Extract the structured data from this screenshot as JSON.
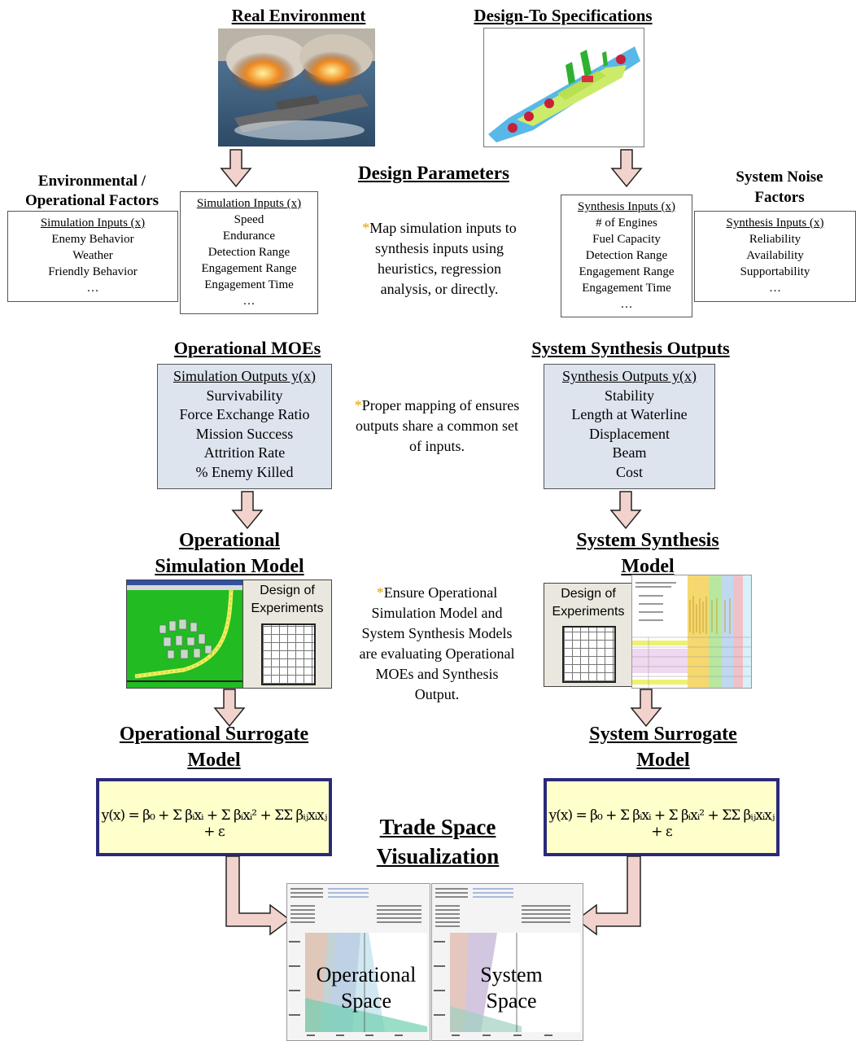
{
  "header": {
    "real_environment": "Real Environment",
    "design_to_specs": "Design-To Specifications"
  },
  "design_parameters": "Design Parameters",
  "env_factors": {
    "title_line1": "Environmental /",
    "title_line2": "Operational Factors",
    "heading": "Simulation Inputs (x)",
    "items": [
      "Enemy Behavior",
      "Weather",
      "Friendly Behavior",
      "…"
    ]
  },
  "sim_inputs": {
    "heading": "Simulation Inputs (x)",
    "items": [
      "Speed",
      "Endurance",
      "Detection Range",
      "Engagement Range",
      "Engagement Time",
      "…"
    ]
  },
  "synth_inputs": {
    "heading": "Synthesis Inputs (x)",
    "items": [
      "# of Engines",
      "Fuel Capacity",
      "Detection Range",
      "Engagement Range",
      "Engagement Time",
      "…"
    ]
  },
  "noise_factors": {
    "title_line1": "System Noise",
    "title_line2": "Factors",
    "heading": "Synthesis Inputs (x)",
    "items": [
      "Reliability",
      "Availability",
      "Supportability",
      "…"
    ]
  },
  "note1": {
    "star": "*",
    "lines": [
      "Map simulation inputs to",
      "synthesis inputs using",
      "heuristics, regression",
      "analysis, or directly."
    ]
  },
  "operational_moes": {
    "title": "Operational MOEs",
    "heading": "Simulation Outputs y(x)",
    "items": [
      "Survivability",
      "Force Exchange Ratio",
      "Mission Success",
      "Attrition Rate",
      "% Enemy Killed"
    ]
  },
  "synthesis_outputs": {
    "title": "System Synthesis Outputs",
    "heading": "Synthesis Outputs y(x)",
    "items": [
      "Stability",
      "Length at Waterline",
      "Displacement",
      "Beam",
      "Cost"
    ]
  },
  "note2": {
    "star": "*",
    "lines": [
      "Proper mapping of ensures",
      "outputs share a common set",
      "of inputs."
    ]
  },
  "op_sim_model": {
    "line1": "Operational",
    "line2": "Simulation Model"
  },
  "sys_synth_model": {
    "line1": "System Synthesis",
    "line2": "Model"
  },
  "doe": {
    "line1": "Design of",
    "line2": "Experiments"
  },
  "note3": {
    "star": "*",
    "lines": [
      "Ensure Operational",
      "Simulation Model and",
      "System Synthesis Models",
      "are evaluating Operational",
      "MOEs and Synthesis",
      "Output."
    ]
  },
  "op_surrogate": {
    "line1": "Operational Surrogate",
    "line2": "Model"
  },
  "sys_surrogate": {
    "line1": "System Surrogate",
    "line2": "Model"
  },
  "formula": "y(x) = β₀ + Σ βᵢxᵢ + Σ βᵢxᵢ² + ΣΣ βᵢⱼxᵢxⱼ + ε",
  "trade_space": {
    "line1": "Trade Space",
    "line2": "Visualization"
  },
  "op_space": {
    "line1": "Operational",
    "line2": "Space"
  },
  "sys_space": {
    "line1": "System",
    "line2": "Space"
  },
  "colors": {
    "arrow_fill": "#f2d2cc",
    "formula_bg": "#ffffcc",
    "formula_border": "#2a2a7a",
    "box_blue": "#dde4ee",
    "star": "#e0a400"
  }
}
